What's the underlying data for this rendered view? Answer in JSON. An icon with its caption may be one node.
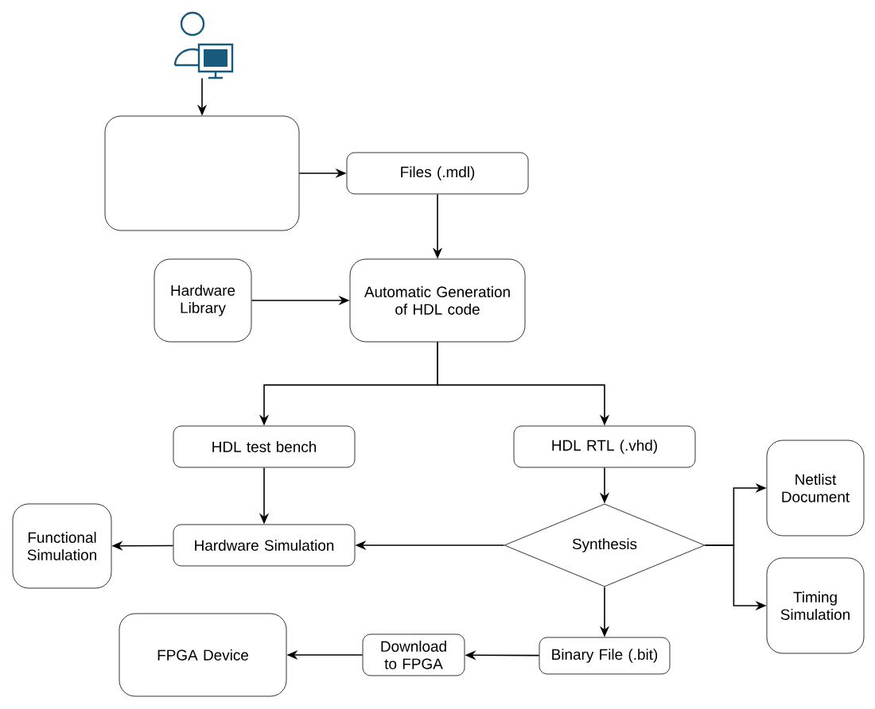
{
  "diagram": {
    "nodes": [
      {
        "text": [],
        "shape": "person"
      },
      {
        "text": [],
        "shape": "box"
      },
      {
        "text": [
          "Files (.mdl)"
        ]
      },
      {
        "text": [
          "Hardware Library"
        ]
      },
      {
        "text": [
          "Automatic Generation of HDL code"
        ]
      },
      {
        "text": [
          "HDL test bench"
        ]
      },
      {
        "text": [
          "HDL RTL (.vhd)"
        ]
      },
      {
        "text": [
          "Functional Simulation"
        ]
      },
      {
        "text": [
          "Hardware Simulation"
        ]
      },
      {
        "text": [
          "Synthesis"
        ]
      },
      {
        "text": [
          "Netlist Document"
        ]
      },
      {
        "text": [
          "Timing Simulation"
        ]
      },
      {
        "text": [
          "FPGA Device"
        ]
      },
      {
        "text": [
          "Download to FPGA"
        ]
      },
      {
        "text": [
          "Binary File (.bit)"
        ]
      }
    ],
    "edges": [
      {
        "from": 0,
        "to": 1,
        "arrow": "to"
      },
      {
        "from": 1,
        "to": 2,
        "arrow": "to"
      },
      {
        "from": 2,
        "to": 4,
        "arrow": "to"
      },
      {
        "from": 3,
        "to": 4,
        "arrow": "to"
      },
      {
        "from": 4,
        "to": 5,
        "arrow": "to"
      },
      {
        "from": 4,
        "to": 6,
        "arrow": "to"
      },
      {
        "from": 5,
        "to": 8,
        "arrow": "to"
      },
      {
        "from": 6,
        "to": 9,
        "arrow": "to"
      },
      {
        "from": 9,
        "to": 8,
        "arrow": "to"
      },
      {
        "from": 8,
        "to": 7,
        "arrow": "to"
      },
      {
        "from": 9,
        "to": 10,
        "arrow": "to"
      },
      {
        "from": 9,
        "to": 11,
        "arrow": "to"
      },
      {
        "from": 9,
        "to": 14,
        "arrow": "to"
      },
      {
        "from": 14,
        "to": 13,
        "arrow": "to"
      },
      {
        "from": 13,
        "to": 12,
        "arrow": "to"
      }
    ]
  }
}
